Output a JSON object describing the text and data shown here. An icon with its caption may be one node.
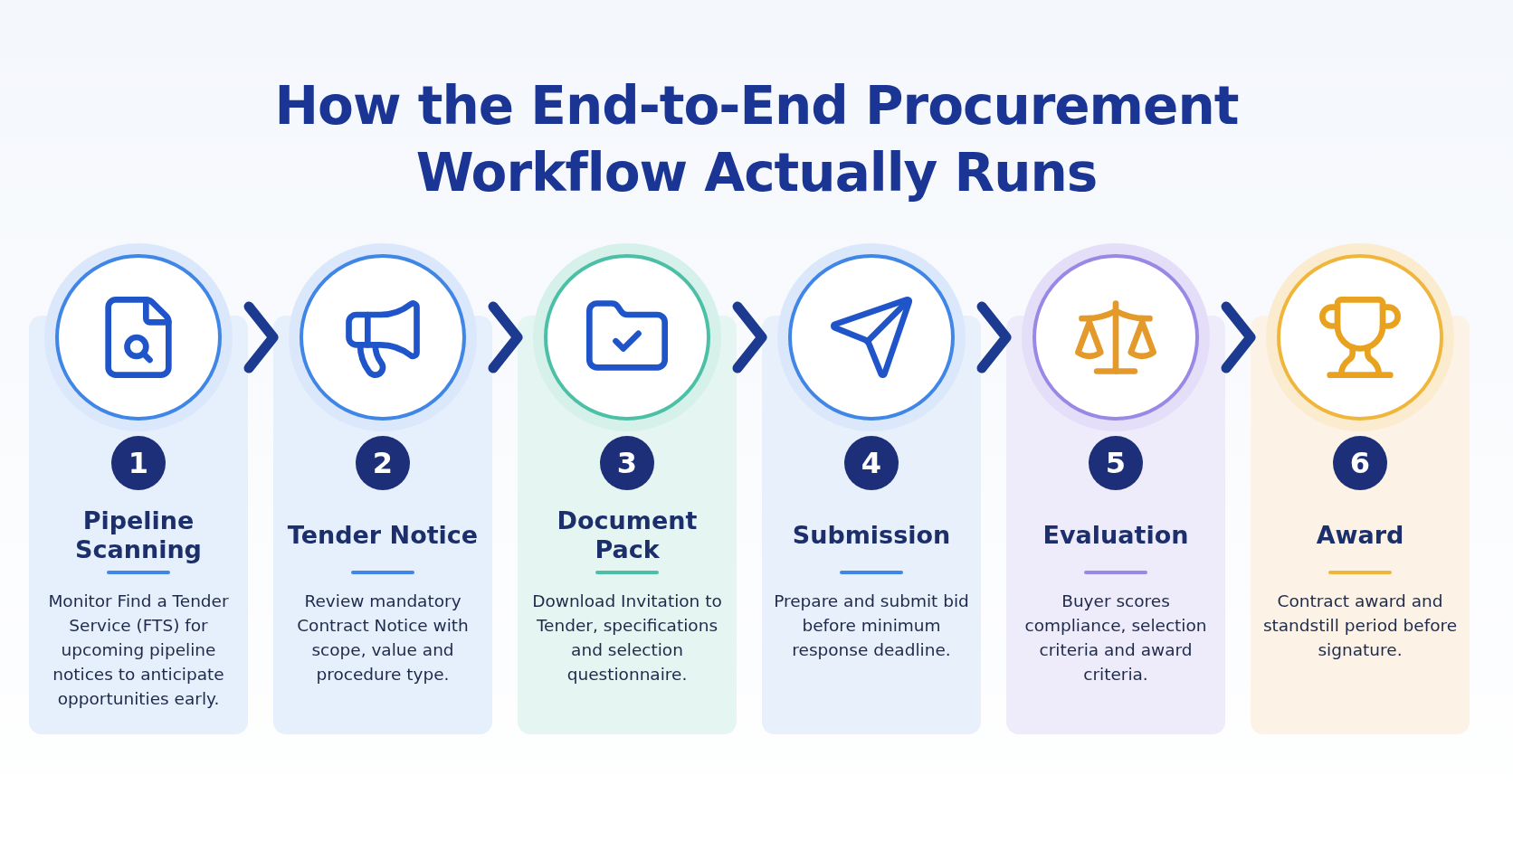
{
  "diagram": {
    "title": "How the End-to-End Procurement Workflow Actually Runs",
    "nodes": [
      {
        "text": [
          "1",
          "Pipeline Scanning",
          "Monitor Find a Tender Service (FTS) for upcoming pipeline notices to anticipate opportunities early."
        ]
      },
      {
        "text": [
          "2",
          "Tender Notice",
          "Review mandatory Contract Notice with scope, value and procedure type."
        ]
      },
      {
        "text": [
          "3",
          "Document Pack",
          "Download Invitation to Tender, specifications and selection questionnaire."
        ]
      },
      {
        "text": [
          "4",
          "Submission",
          "Prepare and submit bid before minimum response deadline."
        ]
      },
      {
        "text": [
          "5",
          "Evaluation",
          "Buyer scores compliance, selection criteria and award criteria."
        ]
      },
      {
        "text": [
          "6",
          "Award",
          "Contract award and standstill period before signature."
        ]
      }
    ],
    "edges": [
      {
        "from": 0,
        "to": 1,
        "arrow": "to"
      },
      {
        "from": 1,
        "to": 2,
        "arrow": "to"
      },
      {
        "from": 2,
        "to": 3,
        "arrow": "to"
      },
      {
        "from": 3,
        "to": 4,
        "arrow": "to"
      },
      {
        "from": 4,
        "to": 5,
        "arrow": "to"
      }
    ]
  }
}
